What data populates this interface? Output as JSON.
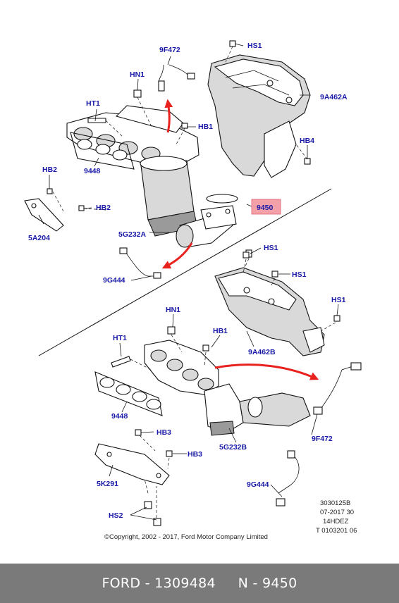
{
  "labels": {
    "hs1_a": "HS1",
    "p9f472_a": "9F472",
    "hn1_a": "HN1",
    "p9a462a": "9A462A",
    "ht1_a": "HT1",
    "hb1_a": "HB1",
    "p9448_a": "9448",
    "hb4": "HB4",
    "hb2_a": "HB2",
    "p9450": "9450",
    "hb2_b": "HB2",
    "p5a204": "5A204",
    "p5g232a": "5G232A",
    "hs1_b": "HS1",
    "p9g444_a": "9G444",
    "hs1_c": "HS1",
    "hs1_d": "HS1",
    "hn1_b": "HN1",
    "hb1_b": "HB1",
    "ht1_b": "HT1",
    "p9a462b": "9A462B",
    "p9448_b": "9448",
    "hb3_a": "HB3",
    "hb3_b": "HB3",
    "p5g232b": "5G232B",
    "p9f472_b": "9F472",
    "p5k291": "5K291",
    "p9g444_b": "9G444",
    "hs2": "HS2"
  },
  "meta": {
    "line1": "3030125B",
    "line2": "07-2017 30",
    "line3": "14HDEZ",
    "line4": "T 0103201 06"
  },
  "copyright": "©Copyright, 2002 - 2017, Ford Motor Company Limited",
  "highlight_color": "#f4a0a8",
  "arrow_color": "#e8221f",
  "footer": {
    "brand": "FORD",
    "dash": " - ",
    "part_number": "1309484",
    "gap": "     ",
    "code_prefix": "N - ",
    "code": "9450"
  }
}
